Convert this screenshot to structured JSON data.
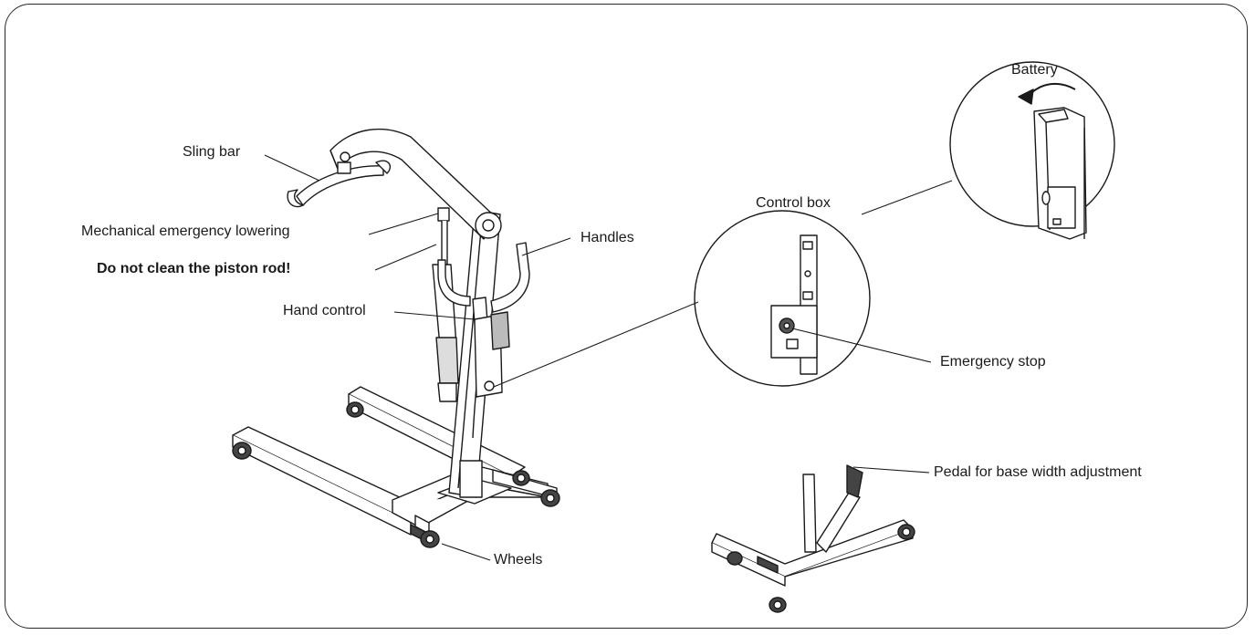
{
  "labels": {
    "sling_bar": "Sling bar",
    "mechanical_lowering": "Mechanical emergency lowering",
    "piston_rod_warning": "Do not clean the piston rod!",
    "hand_control": "Hand control",
    "handles": "Handles",
    "wheels": "Wheels",
    "control_box": "Control box",
    "emergency_stop": "Emergency stop",
    "battery": "Battery",
    "pedal": "Pedal for base width adjustment"
  },
  "colors": {
    "line": "#1a1a1a",
    "fill": "#ffffff",
    "dark": "#3a3a3a",
    "grey": "#bdbdbd"
  }
}
